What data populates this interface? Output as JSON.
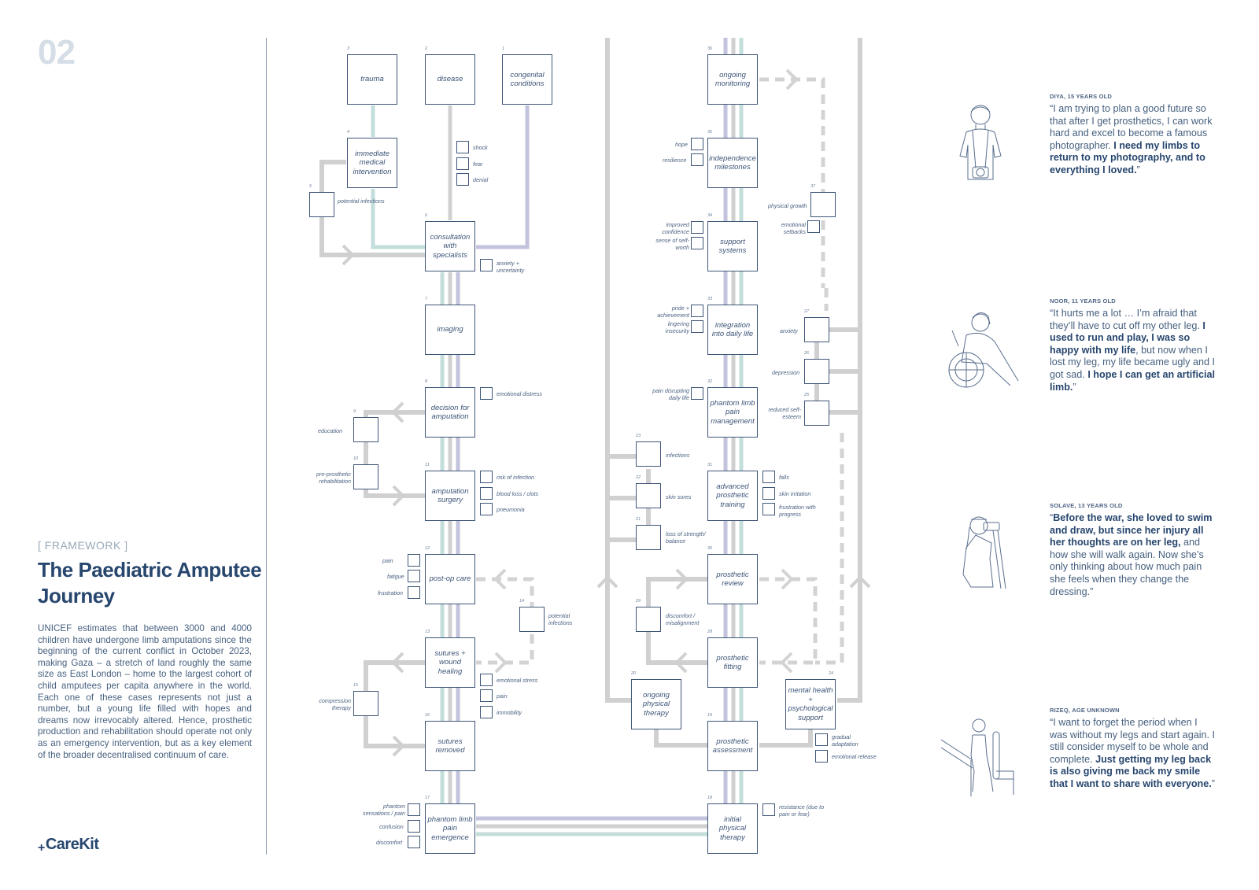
{
  "page_number": "02",
  "section_label": "[ FRAMEWORK ]",
  "title": "The Paediatric Amputee Journey",
  "intro": "UNICEF estimates that between 3000 and 4000 children have undergone limb amputations since the beginning of the current conflict in October 2023, making Gaza – a stretch of land roughly the same size as East London – home to the largest cohort of child amputees per capita anywhere in the world. Each one of these cases represents not just a number, but a young life filled with hopes and dreams now irrevocably altered. Hence, prosthetic production and rehabilitation should operate not only as an emergency intervention, but as a key element of the broader decentralised continuum of care.",
  "logo": {
    "plus": "+",
    "name": "CareKit"
  },
  "colors": {
    "accent": "#27466e",
    "box_border": "#3f5677",
    "line_grey": "#cfcfcf",
    "line_teal": "#c4dedb",
    "line_purple": "#c3c3dd",
    "muted": "#d5dde6"
  },
  "nodes": [
    {
      "id": "1",
      "label": "congenital conditions"
    },
    {
      "id": "2",
      "label": "disease"
    },
    {
      "id": "3",
      "label": "trauma"
    },
    {
      "id": "4",
      "label": "immediate medical intervention"
    },
    {
      "id": "5",
      "label": "potential infections"
    },
    {
      "id": "6",
      "label": "consultation with specialists"
    },
    {
      "id": "7",
      "label": "imaging"
    },
    {
      "id": "8",
      "label": "decision for amputation"
    },
    {
      "id": "9",
      "label": "education"
    },
    {
      "id": "10",
      "label": "pre-prosthetic rehabilitation"
    },
    {
      "id": "11",
      "label": "amputation surgery"
    },
    {
      "id": "12",
      "label": "post-op care"
    },
    {
      "id": "13",
      "label": "sutures + wound healing"
    },
    {
      "id": "14",
      "label": "potential infections"
    },
    {
      "id": "15",
      "label": "compression therapy"
    },
    {
      "id": "16",
      "label": "sutures removed"
    },
    {
      "id": "17",
      "label": "phantom limb pain emergence"
    },
    {
      "id": "18",
      "label": "initial physical therapy"
    },
    {
      "id": "19",
      "label": "prosthetic assessment"
    },
    {
      "id": "20",
      "label": "ongoing physical therapy"
    },
    {
      "id": "21",
      "label": "loss of strength/ balance"
    },
    {
      "id": "22",
      "label": "skin sores"
    },
    {
      "id": "23",
      "label": "infections"
    },
    {
      "id": "24",
      "label": "mental health + psychological support"
    },
    {
      "id": "25",
      "label": "reduced self-esteem"
    },
    {
      "id": "26",
      "label": "depression"
    },
    {
      "id": "27",
      "label": "anxiety"
    },
    {
      "id": "28",
      "label": "prosthetic fitting"
    },
    {
      "id": "29",
      "label": "discomfort / misalignment"
    },
    {
      "id": "30",
      "label": "prosthetic review"
    },
    {
      "id": "31",
      "label": "advanced prosthetic training"
    },
    {
      "id": "32",
      "label": "phantom limb pain management"
    },
    {
      "id": "33",
      "label": "integration into daily life"
    },
    {
      "id": "34",
      "label": "support systems"
    },
    {
      "id": "35",
      "label": "independence milestones"
    },
    {
      "id": "36",
      "label": "ongoing monitoring"
    },
    {
      "id": "37",
      "label": "physical growth"
    }
  ],
  "emotions": {
    "disease": [
      "shock",
      "fear",
      "denial"
    ],
    "consultation": [
      "anxiety + uncertainty"
    ],
    "decision": [
      "emotional distress"
    ],
    "surgery": [
      "risk of infection",
      "blood loss / clots",
      "pneumonia"
    ],
    "postop": [
      "pain",
      "fatigue",
      "frustration"
    ],
    "sutures": [
      "emotional stress",
      "pain",
      "immobility"
    ],
    "phantom": [
      "phantom sensations / pain",
      "confusion",
      "discomfort"
    ],
    "initial_pt": [
      "resistance (due to pain or fear)"
    ],
    "mental_health": [
      "gradual adaptation",
      "emotional release"
    ],
    "advanced_training": [
      "falls",
      "skin irritation",
      "frustration with progress"
    ],
    "phantom_mgmt": [
      "pain disrupting daily life"
    ],
    "integration": [
      "pride + achievement",
      "lingering insecurity"
    ],
    "support": [
      "improved confidence",
      "sense of self-worth"
    ],
    "independence": [
      "hope",
      "resilience"
    ],
    "growth": [
      "emotional setbacks"
    ]
  },
  "quotes": [
    {
      "name": "DIYA, 15 YEARS OLD",
      "parts": [
        {
          "t": "“I am trying to plan a good future so that after I get prosthetics, I can work hard and excel to become a famous photographer. ",
          "b": false
        },
        {
          "t": "I need my limbs to return to my photography, and to everything I loved.",
          "b": true
        },
        {
          "t": "”",
          "b": false
        }
      ]
    },
    {
      "name": "NOOR, 11 YEARS OLD",
      "parts": [
        {
          "t": "“It hurts me a lot … I’m afraid that they’ll have to cut off my other leg. ",
          "b": false
        },
        {
          "t": "I used to run and play, I was so happy with my life",
          "b": true
        },
        {
          "t": ", but now when I lost my leg, my life became ugly and I got sad. ",
          "b": false
        },
        {
          "t": "I hope I can get an artificial limb.",
          "b": true
        },
        {
          "t": "”",
          "b": false
        }
      ]
    },
    {
      "name": "SOLAVE, 13 YEARS OLD",
      "parts": [
        {
          "t": "“",
          "b": false
        },
        {
          "t": "Before the war, she loved to swim and draw, but since her injury all her thoughts are on her leg,",
          "b": true
        },
        {
          "t": " and how she will walk again. Now she’s only thinking about how much pain she feels when they change the dressing.”",
          "b": false
        }
      ]
    },
    {
      "name": "RIZEQ, AGE UNKNOWN",
      "parts": [
        {
          "t": "“I want to forget the period when I was without my legs and start again. I still consider myself to be whole and complete. ",
          "b": false
        },
        {
          "t": "Just getting my leg back is also giving me back my smile that I want to share with everyone.",
          "b": true
        },
        {
          "t": "”",
          "b": false
        }
      ]
    }
  ]
}
